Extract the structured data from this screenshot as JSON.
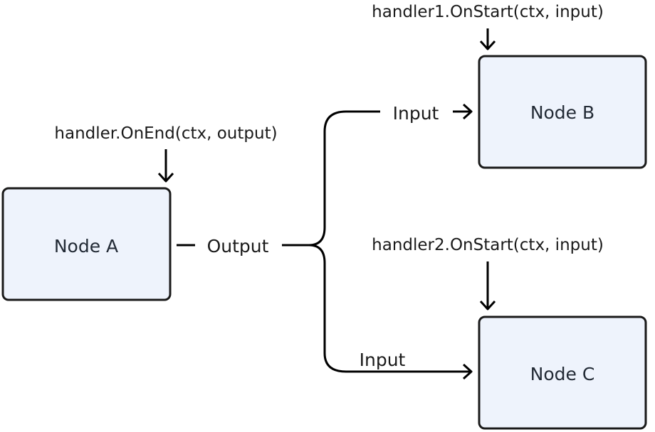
{
  "nodes": {
    "a": {
      "label": "Node A"
    },
    "b": {
      "label": "Node B"
    },
    "c": {
      "label": "Node C"
    }
  },
  "flow": {
    "output_label": "Output",
    "input_b_label": "Input",
    "input_c_label": "Input"
  },
  "callbacks": {
    "on_end": "handler.OnEnd(ctx, output)",
    "on_start_b": "handler1.OnStart(ctx, input)",
    "on_start_c": "handler2.OnStart(ctx, input)"
  }
}
